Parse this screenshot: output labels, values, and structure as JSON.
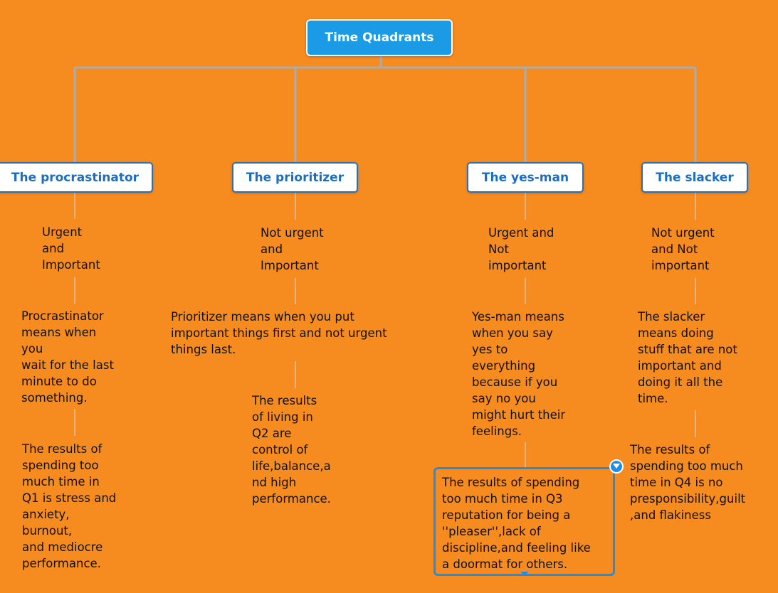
{
  "colors": {
    "background": "#f68b1f",
    "root_fill": "#1b9be6",
    "branch_text": "#1a6ec2",
    "connector": "#a3aeb6",
    "selection": "#1d8fe8"
  },
  "root": {
    "label": "Time Quadrants"
  },
  "branches": [
    {
      "label": "The procrastinator",
      "quadrant": "Urgent\nand\nImportant",
      "meaning": "Procrastinator\nmeans when\nyou\nwait for the last\nminute to do\nsomething.",
      "results": "The results of\nspending too\nmuch time in\nQ1 is stress and\nanxiety,\nburnout,\nand mediocre\nperformance."
    },
    {
      "label": "The prioritizer",
      "quadrant": "Not urgent\nand\nImportant",
      "meaning": "Prioritizer means when you put\nimportant things first and not urgent\nthings last.",
      "results": "The results\nof living in\nQ2 are\ncontrol of\nlife,balance,a\nnd high\nperformance."
    },
    {
      "label": "The yes-man",
      "quadrant": "Urgent and\nNot\nimportant",
      "meaning": "Yes-man means\nwhen you say\nyes to\neverything\nbecause if you\nsay no you\nmight hurt their\nfeelings.",
      "results": "The results of spending\ntoo much time in Q3\nreputation for being a\n''pleaser'',lack of\ndiscipline,and feeling like\na doormat for others."
    },
    {
      "label": "The slacker",
      "quadrant": "Not urgent\nand Not\nimportant",
      "meaning": "The slacker\nmeans doing\nstuff that are not\nimportant and\ndoing it all the\ntime.",
      "results": "The results of\nspending too much\ntime in Q4 is no\npresponsibility,guilt\n,and flakiness"
    }
  ]
}
